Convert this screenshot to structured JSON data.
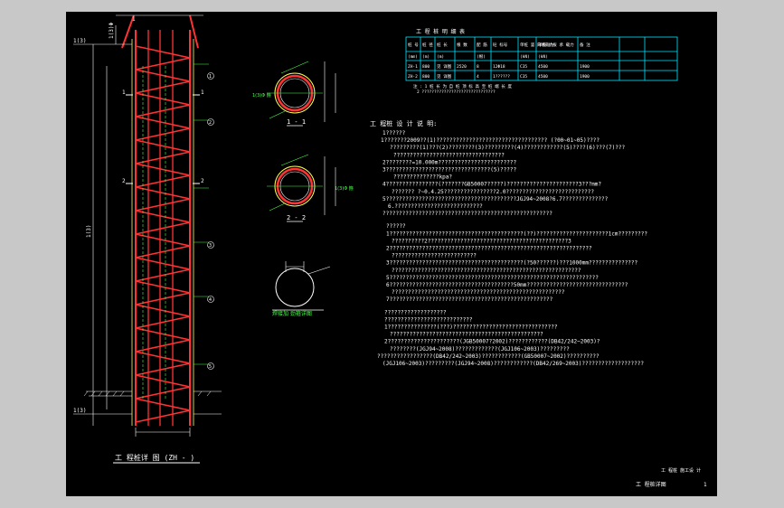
{
  "drawing": {
    "pile_detail_title": "工 程桩详 图 (ZH - )",
    "bottom_label": "工 程桩详图",
    "corner_label": "工 程桩 施工设 计",
    "corner_mark": "1"
  },
  "elevation": {
    "top_tag": "1",
    "left_top": "1(3)Φ",
    "ground_label": "1(3)",
    "bottom_label": "1(3)",
    "length_label": "1(3)",
    "tick_labels": [
      "1",
      "2",
      "1",
      "2"
    ],
    "circle_labels": [
      "1",
      "2",
      "3",
      "4",
      "5"
    ]
  },
  "sections": {
    "s1": "1 - 1",
    "s2": "2 - 2",
    "ring_detail": "焊接加 劲箍详图",
    "side_labels": [
      "1(3)Φ 箍",
      "1(3)Φ 箍"
    ]
  },
  "table": {
    "title": "工 程 桩 明 细 表",
    "headers": [
      "桩 号",
      "桩 径",
      "桩 长",
      "根 数",
      "配 筋",
      "砼 标号",
      "单桩 竖 向承载力",
      "单桩 抗拔 承 载力",
      "备 注"
    ],
    "subheaders": [
      "(mm)",
      "(m)",
      "(m)",
      "",
      "(根)",
      "",
      "(kN)",
      "(kN)",
      ""
    ],
    "rows": [
      [
        "ZH-1",
        "800",
        "见 详图",
        "2520",
        "8",
        "12Φ18",
        "C35",
        "4500",
        "1900",
        "",
        ""
      ],
      [
        "ZH-2",
        "800",
        "见 详图",
        "",
        "4",
        "1??????",
        "C35",
        "4500",
        "1900",
        "",
        ""
      ]
    ],
    "footnotes": [
      "注 : 1 桩 长 为 自 桩 顶 标 高 至 桩 端 长 度",
      "2 ??????????????????????????????"
    ]
  },
  "notes": {
    "heading": "工 程桩 设 计 说 明:",
    "lines": [
      "1??????",
      "1???????2009??(1)?????????????????????????????????? (?00~01~05)????",
      "?????????(1)???(2)????????(3)?????????(4)????????????(5)????(6)???(7)???",
      "??????????????????????????????????",
      "2????????=10.000m????????????????????????",
      "3????????????????????????????????(5)?????",
      "??????????????kpa?",
      "4????????????????(???????GB50007?????)??????????????????????3???mm?",
      "??????? ?~0.4.25????????????????2.0???????????????????????????",
      "5????????????????????????????????????????JGJ94~2008?6.7??????????????",
      "6.???????????????????????????",
      "????????????????????????????????????????????????????",
      "??????",
      "1?????????????????????????????????????????(??)??????????????????????1cm?????????",
      "??????????2???????????????????????????????????????????3",
      "2??????????????????????????????????????????????????????????????",
      "??????????????????????????",
      "3?????????????????????????????????????????(?50??????)???1000mm???????????????",
      "??????????????????????????????????????????????????????????",
      "5????????????????????????????????????????????????????????????????",
      "6??????????????????????????????????????50mm???????????????????????????????",
      "?????????????????????????????????????????????????????",
      "7??????????????????????????????????????????????????",
      "???????????????????",
      "???????????????????????????",
      "1???????????????(???)????????????????????????????????",
      "???????????????????????????????????????????????",
      "2??????????????????????(JGB50007?2002)????????????(DB42/242~2003)?",
      "????????(JGJ94~2008)?????????????(JGJ106~2003)?????????",
      "?????????????????(DB42/242~2003)????????????(GB50007~2002)??????????",
      "(JGJ106~2003)?????????(JGJ94~2008)????????????(DB42/269~2003)???????????????????"
    ]
  }
}
